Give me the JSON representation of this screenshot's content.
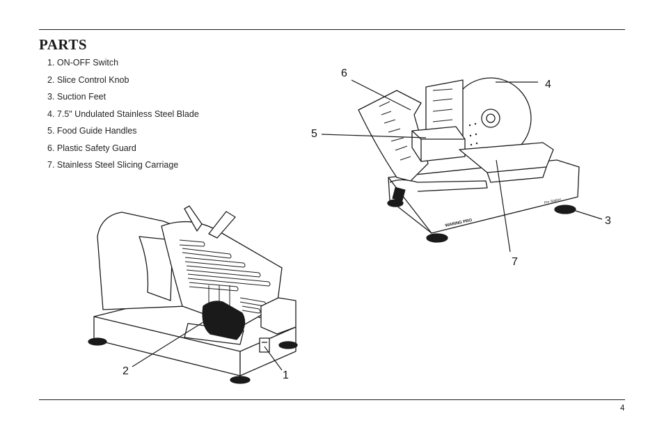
{
  "header": {
    "title": "PARTS"
  },
  "parts": [
    "1. ON-OFF Switch",
    "2. Slice Control Knob",
    "3. Suction Feet",
    "4. 7.5\" Undulated Stainless Steel Blade",
    "5. Food Guide Handles",
    "6. Plastic Safety Guard",
    "7. Stainless Steel Slicing Carriage"
  ],
  "illustrations": {
    "rear_view": {
      "callouts": [
        "2",
        "1"
      ]
    },
    "front_view": {
      "callouts": [
        "6",
        "4",
        "5",
        "3",
        "7"
      ],
      "brand_label": "WARING PRO",
      "logo_label": "Pro Station"
    }
  },
  "footer": {
    "page_number": "4"
  }
}
